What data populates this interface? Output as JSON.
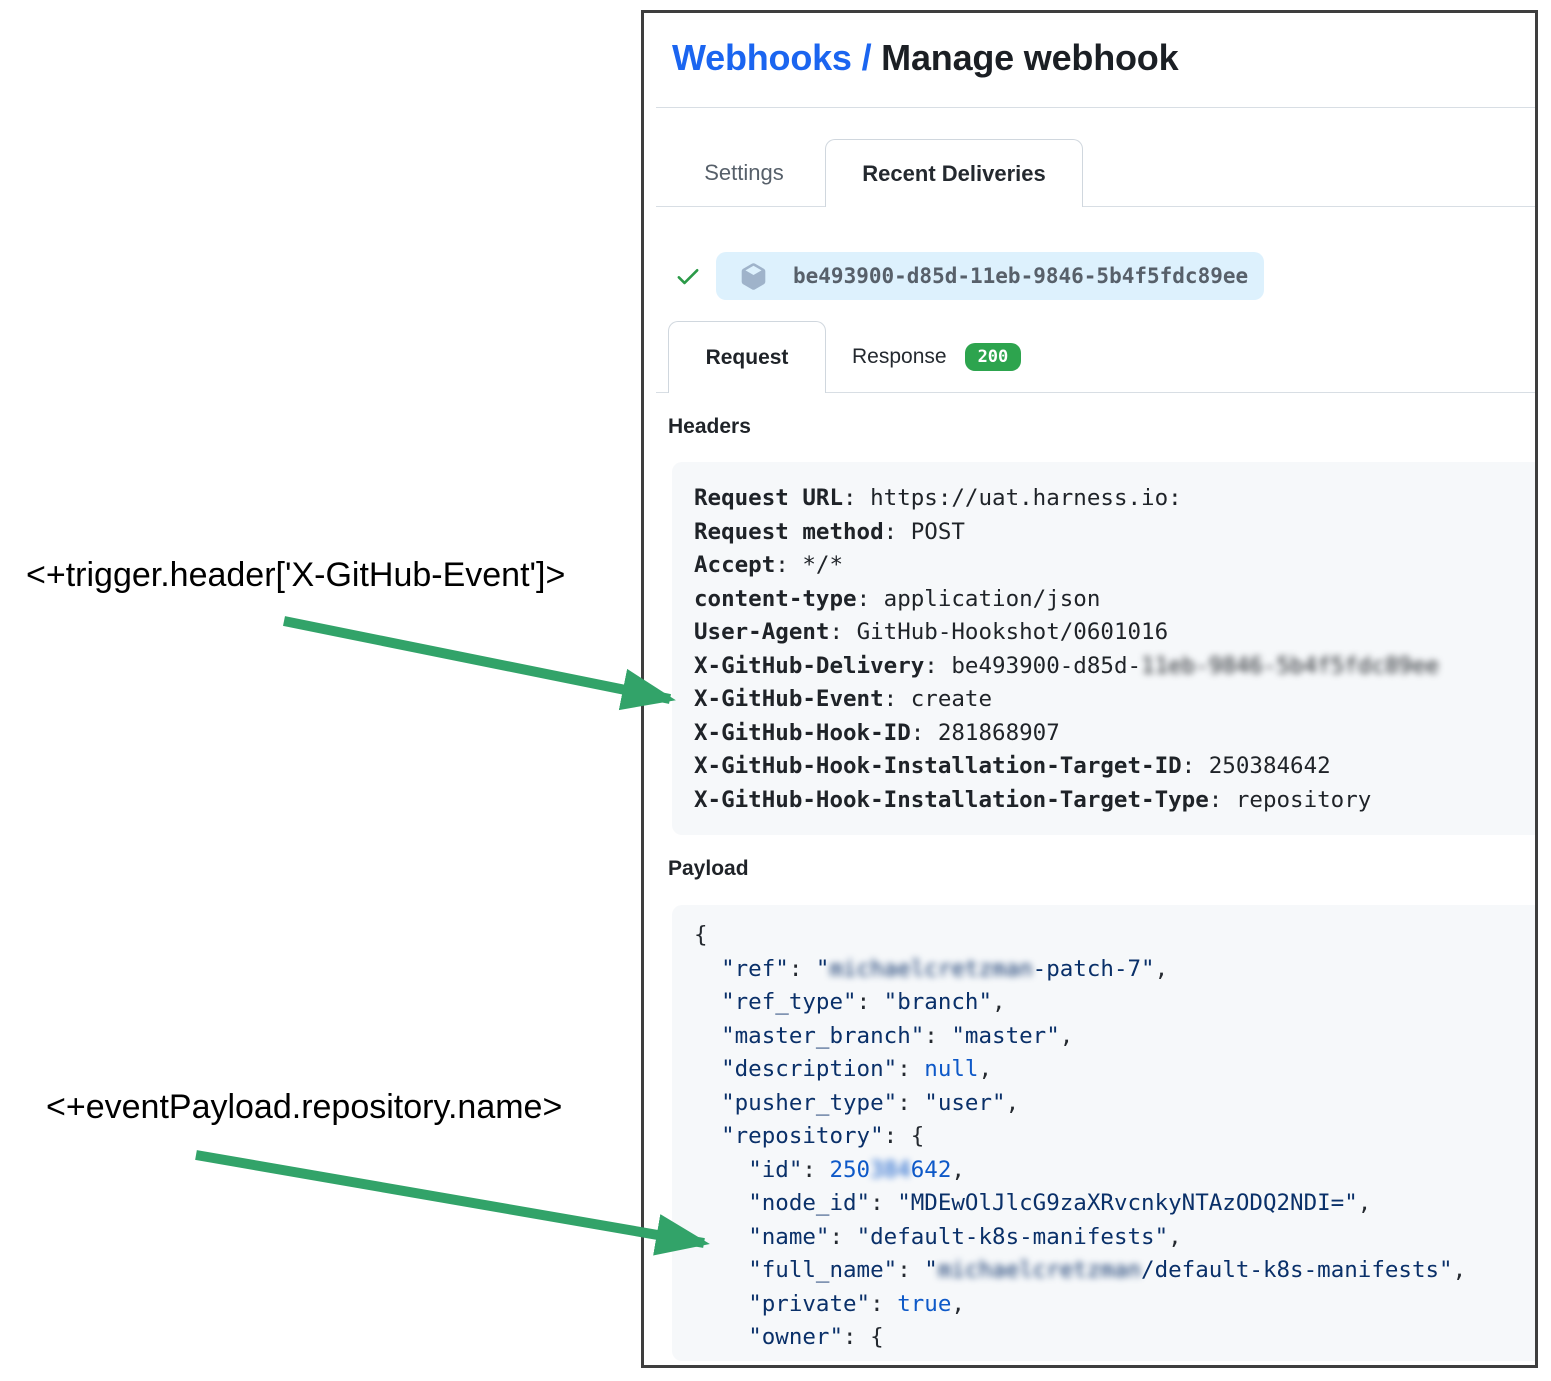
{
  "page": {
    "title_link": "Webhooks",
    "title_sep": " / ",
    "title_rest": "Manage webhook"
  },
  "top_tabs": {
    "settings": "Settings",
    "recent_deliveries": "Recent Deliveries"
  },
  "delivery": {
    "status_icon": "check-icon",
    "package_icon": "package-icon",
    "id": "be493900-d85d-11eb-9846-5b4f5fdc89ee"
  },
  "sub_tabs": {
    "request": "Request",
    "response": "Response",
    "response_status": "200"
  },
  "headers_section": {
    "label": "Headers",
    "lines": [
      {
        "key": "Request URL",
        "sep": ": ",
        "val": "https://uat.harness.io:"
      },
      {
        "key": "Request method",
        "sep": ": ",
        "val": "POST"
      },
      {
        "key": "Accept",
        "sep": ": ",
        "val": "*/*"
      },
      {
        "key": "content-type",
        "sep": ": ",
        "val": "application/json"
      },
      {
        "key": "User-Agent",
        "sep": ": ",
        "val": "GitHub-Hookshot/0601016"
      },
      {
        "key": "X-GitHub-Delivery",
        "sep": ": ",
        "val": "be493900-d85d-",
        "blurv": "11eb-9846-5b4f5fdc89ee"
      },
      {
        "key": "X-GitHub-Event",
        "sep": ": ",
        "val": "create"
      },
      {
        "key": "X-GitHub-Hook-ID",
        "sep": ": ",
        "val": "281868907"
      },
      {
        "key": "X-GitHub-Hook-Installation-Target-ID",
        "sep": ": ",
        "val": "250384642"
      },
      {
        "key": "X-GitHub-Hook-Installation-Target-Type",
        "sep": ": ",
        "val": "repository"
      }
    ]
  },
  "payload_section": {
    "label": "Payload",
    "lines": [
      {
        "pre": "{"
      },
      {
        "ind": "  ",
        "key": "\"ref\"",
        "sep": ": ",
        "v1": "\"",
        "vb": "michaelcretzman",
        "v2": "-patch-7\"",
        "end": ","
      },
      {
        "ind": "  ",
        "key": "\"ref_type\"",
        "sep": ": ",
        "v1": "\"branch\"",
        "end": ","
      },
      {
        "ind": "  ",
        "key": "\"master_branch\"",
        "sep": ": ",
        "v1": "\"master\"",
        "end": ","
      },
      {
        "ind": "  ",
        "key": "\"description\"",
        "sep": ": ",
        "k": "null",
        "end": ","
      },
      {
        "ind": "  ",
        "key": "\"pusher_type\"",
        "sep": ": ",
        "v1": "\"user\"",
        "end": ","
      },
      {
        "ind": "  ",
        "key": "\"repository\"",
        "sep": ": ",
        "end": "{"
      },
      {
        "ind": "    ",
        "key": "\"id\"",
        "sep": ": ",
        "c1": "250",
        "cb": "384",
        "c2": "642",
        "end": ","
      },
      {
        "ind": "    ",
        "key": "\"node_id\"",
        "sep": ": ",
        "v1": "\"MDEwOlJlcG9zaXRvcnkyNTAzODQ2NDI=\"",
        "end": ","
      },
      {
        "ind": "    ",
        "key": "\"name\"",
        "sep": ": ",
        "v1": "\"default-k8s-manifests\"",
        "end": ","
      },
      {
        "ind": "    ",
        "key": "\"full_name\"",
        "sep": ": ",
        "v1": "\"",
        "vb": "michaelcretzman",
        "v2": "/default-k8s-manifests\"",
        "end": ","
      },
      {
        "ind": "    ",
        "key": "\"private\"",
        "sep": ": ",
        "k": "true",
        "end": ","
      },
      {
        "ind": "    ",
        "key": "\"owner\"",
        "sep": ": ",
        "end": "{"
      }
    ]
  },
  "annotations": {
    "trigger_header": "<+trigger.header['X-GitHub-Event']>",
    "event_payload": "<+eventPayload.repository.name>"
  },
  "colors": {
    "link_blue": "#1b65f0",
    "success_green": "#2da44e",
    "check_green": "#2b9a48",
    "arrow_green": "#32a369",
    "pill_blue_bg": "#ddf1fd",
    "code_bg": "#f6f8fa",
    "json_string_navy": "#0a3069",
    "json_const_blue": "#0e59c8"
  }
}
